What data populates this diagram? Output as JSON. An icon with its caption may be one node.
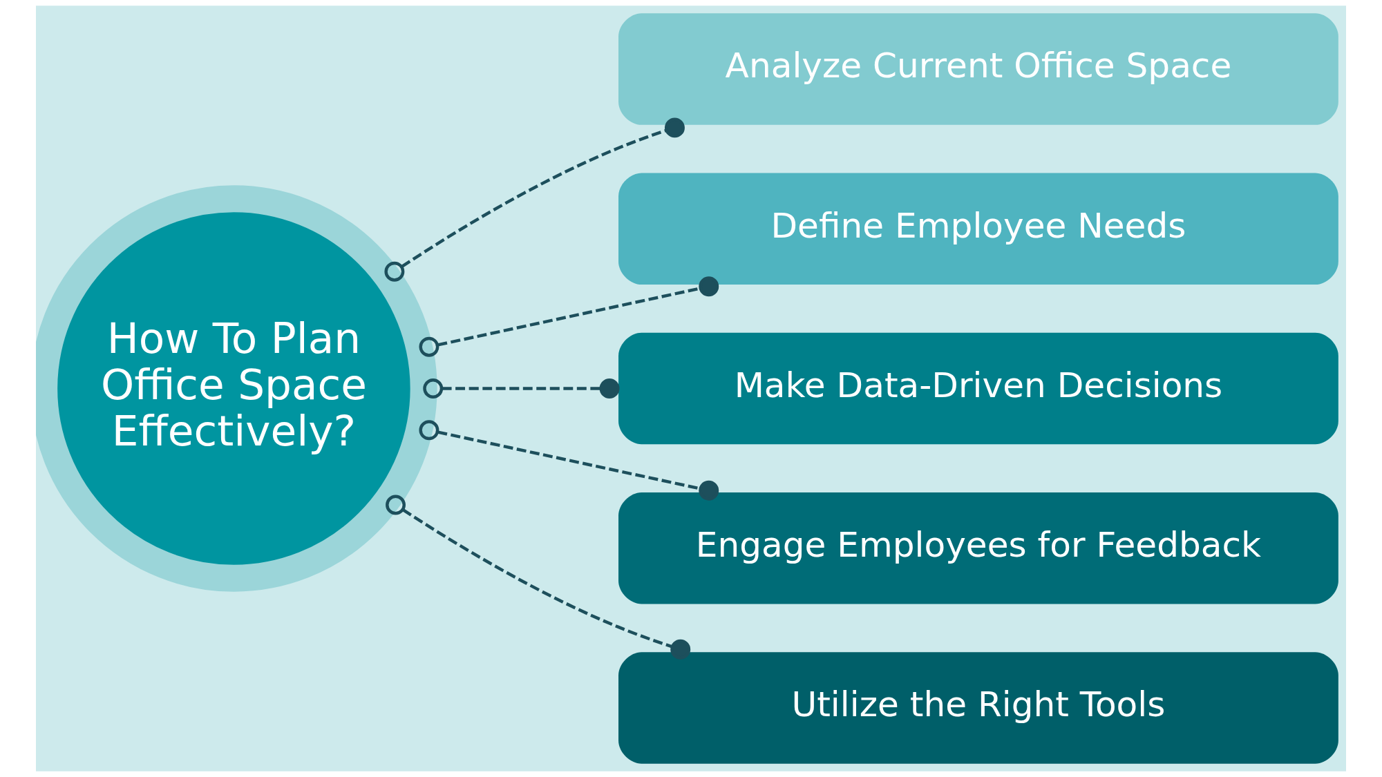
{
  "diagram": {
    "nodes": [
      {
        "text": [
          "How To Plan Office Space Effectively?"
        ]
      },
      {
        "text": [
          "Analyze Current Office Space"
        ]
      },
      {
        "text": [
          "Define Employee Needs"
        ]
      },
      {
        "text": [
          "Make Data-Driven Decisions"
        ]
      },
      {
        "text": [
          "Engage Employees for Feedback"
        ]
      },
      {
        "text": [
          "Utilize the Right Tools"
        ]
      }
    ],
    "edges": [
      {
        "from": 0,
        "to": 1,
        "arrow": "other",
        "style": "dashed"
      },
      {
        "from": 0,
        "to": 2,
        "arrow": "other",
        "style": "dashed"
      },
      {
        "from": 0,
        "to": 3,
        "arrow": "other",
        "style": "dashed"
      },
      {
        "from": 0,
        "to": 4,
        "arrow": "other",
        "style": "dashed"
      },
      {
        "from": 0,
        "to": 5,
        "arrow": "other",
        "style": "dashed"
      }
    ]
  }
}
